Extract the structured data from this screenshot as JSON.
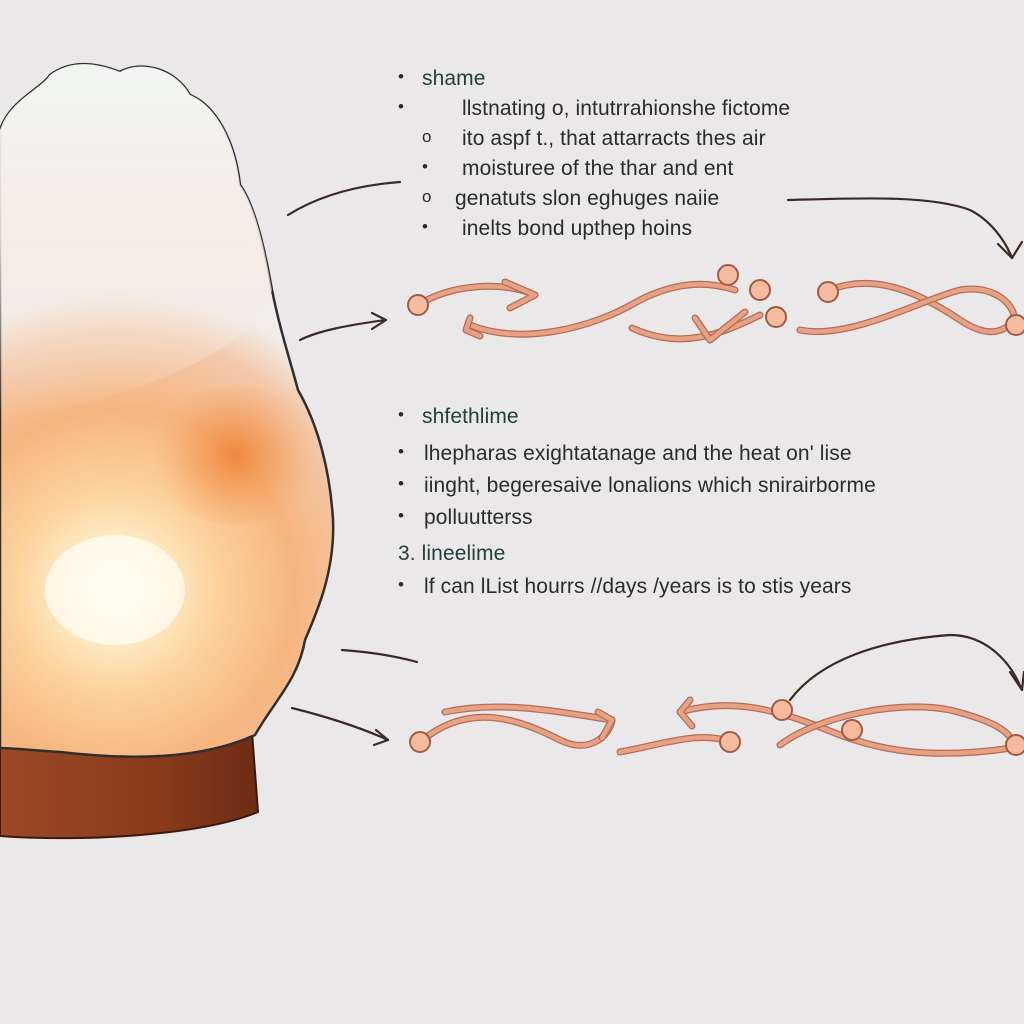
{
  "colors": {
    "background": "#ebe8e9",
    "text": "#2b2b2b",
    "heading_text": "#1f3f3a",
    "arrow": "#e8a283",
    "arrow_outline": "#b06d57",
    "dot": "#f4bb9f",
    "dot_outline": "#a25a45",
    "base": "#8c3d1f",
    "base_dark": "#6b2a12",
    "lamp_glow": "#fbe2b4",
    "lamp_orange": "#f0883a",
    "lamp_white": "#f3f4f2"
  },
  "section1": {
    "heading": "shame",
    "items": [
      {
        "bullet": "•",
        "text": "llstnating o, intutrrahionshe fictome"
      },
      {
        "bullet": "o",
        "text": "ito aspf t., that attarracts thes air"
      },
      {
        "bullet": "•",
        "text": "moisturee of the thar and ent"
      },
      {
        "bullet": "o",
        "text": "genatuts slon eghuges naiie"
      },
      {
        "bullet": "•",
        "text": "inelts bond upthep hoins"
      }
    ]
  },
  "section2": {
    "heading": "shfethlime",
    "items": [
      {
        "bullet": "•",
        "text": "lhepharas exightatanage and the heat on' lise"
      },
      {
        "bullet": "•",
        "text": "iinght, begeresaive lonalions which snirairborme"
      },
      {
        "bullet": "•",
        "text": "polluutterss"
      }
    ]
  },
  "section3": {
    "heading": "3. lineelime",
    "items": [
      {
        "bullet": "•",
        "text": "lf can lList hourrs //days /years is to stis years"
      }
    ]
  },
  "icons": {
    "lamp": "salt-lamp-illustration",
    "arrows": "curved-arrow-icon",
    "dots": "node-dot-icon"
  }
}
